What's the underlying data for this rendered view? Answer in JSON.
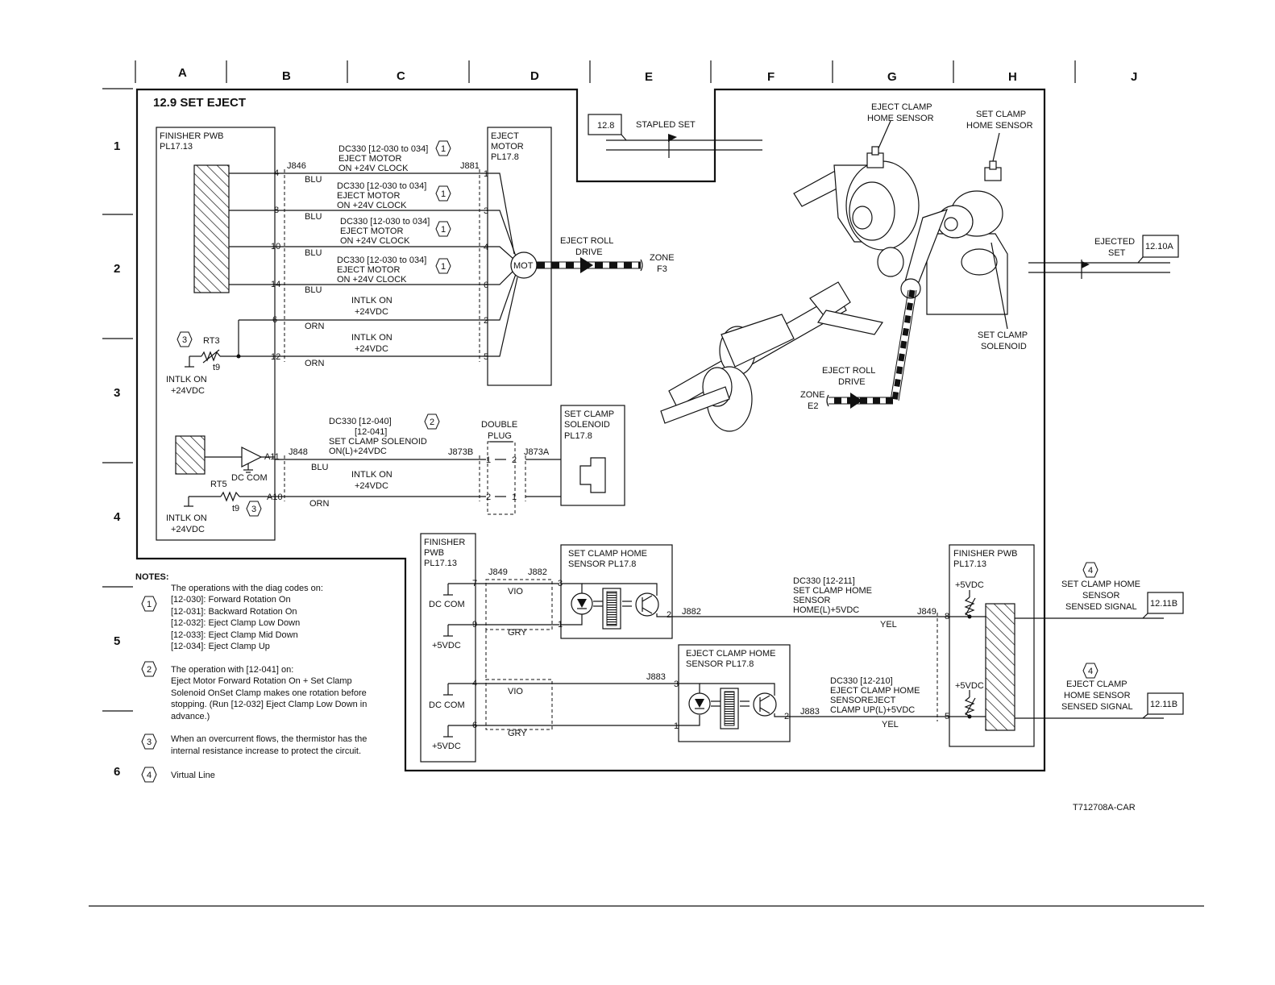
{
  "title": "12.9 SET EJECT",
  "figure_id": "T712708A-CAR",
  "columns": [
    "A",
    "B",
    "C",
    "D",
    "E",
    "F",
    "G",
    "H",
    "J"
  ],
  "rows": [
    "1",
    "2",
    "3",
    "4",
    "5",
    "6"
  ],
  "finisher_pwb_top": {
    "name": "FINISHER PWB",
    "ref": "PL17.13"
  },
  "eject_motor": {
    "name": "EJECT",
    "name2": "MOTOR",
    "ref": "PL17.8",
    "symbol": "MOT"
  },
  "connectors": {
    "j846": "J846",
    "j881": "J881",
    "j848": "J848",
    "j873b": "J873B",
    "j873a": "J873A",
    "j849": "J849",
    "j882": "J882",
    "j883": "J883",
    "a11": "A11",
    "a10": "A10"
  },
  "motor_signals": [
    {
      "pin_in": "4",
      "pin_out": "1",
      "wire": "BLU",
      "code": "DC330 [12-030 to 034]",
      "l2": "EJECT MOTOR",
      "l3": "ON +24V CLOCK",
      "note": "1"
    },
    {
      "pin_in": "8",
      "pin_out": "3",
      "wire": "BLU",
      "code": "DC330 [12-030 to 034]",
      "l2": "EJECT MOTOR",
      "l3": "ON +24V CLOCK",
      "note": "1"
    },
    {
      "pin_in": "10",
      "pin_out": "4",
      "wire": "BLU",
      "code": "DC330 [12-030 to 034]",
      "l2": "EJECT MOTOR",
      "l3": "ON +24V CLOCK",
      "note": "1"
    },
    {
      "pin_in": "14",
      "pin_out": "6",
      "wire": "BLU",
      "code": "DC330 [12-030 to 034]",
      "l2": "EJECT MOTOR",
      "l3": "ON +24V CLOCK",
      "note": "1"
    }
  ],
  "intlk": [
    {
      "pin_in": "6",
      "pin_out": "2",
      "wire": "ORN",
      "l1": "INTLK ON",
      "l2": "+24VDC"
    },
    {
      "pin_in": "12",
      "pin_out": "5",
      "wire": "ORN",
      "l1": "INTLK ON",
      "l2": "+24VDC"
    }
  ],
  "rt3": {
    "name": "RT3",
    "t": "t9",
    "note": "3",
    "l1": "INTLK ON",
    "l2": "+24VDC"
  },
  "rt5": {
    "name": "RT5",
    "t": "t9",
    "note": "3",
    "l1": "INTLK ON",
    "l2": "+24VDC"
  },
  "dc_com": "DC COM",
  "solenoid_signal": {
    "code": "DC330 [12-040]",
    "code2": "[12-041]",
    "l2": "SET CLAMP SOLENOID",
    "l3": "ON(L)+24VDC",
    "note": "2",
    "wire1": "BLU",
    "wire2": "ORN",
    "intlk1": "INTLK ON",
    "intlk2": "+24VDC"
  },
  "double_plug": {
    "l1": "DOUBLE",
    "l2": "PLUG",
    "p1": "1",
    "p2": "2",
    "p3": "2",
    "p4": "1"
  },
  "set_clamp_solenoid": {
    "l1": "SET CLAMP",
    "l2": "SOLENOID",
    "ref": "PL17.8"
  },
  "stapled_set": {
    "ref": "12.8",
    "label": "STAPLED SET"
  },
  "ejected_set": {
    "ref": "12.10A",
    "l1": "EJECTED",
    "l2": "SET"
  },
  "eject_roll_drive_1": {
    "l1": "EJECT ROLL",
    "l2": "DRIVE",
    "zone": "ZONE",
    "zone_ref": "F3"
  },
  "eject_roll_drive_2": {
    "l1": "EJECT ROLL",
    "l2": "DRIVE",
    "zone": "ZONE",
    "zone_ref": "E2"
  },
  "mech_labels": {
    "eject_clamp_home_sensor_1": "EJECT CLAMP",
    "eject_clamp_home_sensor_2": "HOME SENSOR",
    "set_clamp_home_sensor_1": "SET CLAMP",
    "set_clamp_home_sensor_2": "HOME SENSOR",
    "set_clamp_solenoid_1": "SET CLAMP",
    "set_clamp_solenoid_2": "SOLENOID"
  },
  "finisher_pwb_bottom": {
    "l1": "FINISHER",
    "l2": "PWB",
    "ref": "PL17.13",
    "dc_com": "DC COM",
    "v5": "+5VDC",
    "pins": [
      "7",
      "9",
      "4",
      "6"
    ],
    "wires": [
      "VIO",
      "GRY",
      "VIO",
      "GRY"
    ]
  },
  "set_clamp_home_sensor": {
    "l1": "SET CLAMP HOME",
    "l2": "SENSOR PL17.8",
    "pin3": "3",
    "pin2": "2",
    "pin1": "1"
  },
  "eject_clamp_home_sensor": {
    "l1": "EJECT CLAMP HOME",
    "l2": "SENSOR PL17.8",
    "pin3": "3",
    "pin2": "2",
    "pin1": "1"
  },
  "sensor_signal_1": {
    "code": "DC330 [12-211]",
    "l2": "SET CLAMP HOME",
    "l3": "SENSOR",
    "l4": "HOME(L)+5VDC",
    "wire": "YEL",
    "pin": "8"
  },
  "sensor_signal_2": {
    "code": "DC330 [12-210]",
    "l2": "EJECT CLAMP HOME",
    "l3": "SENSOREJECT",
    "l4": "CLAMP UP(L)+5VDC",
    "wire": "YEL",
    "pin": "5"
  },
  "finisher_pwb_right": {
    "l1": "FINISHER PWB",
    "ref": "PL17.13",
    "v5a": "+5VDC",
    "v5b": "+5VDC"
  },
  "out_signal_1": {
    "note": "4",
    "l1": "SET CLAMP HOME",
    "l2": "SENSOR",
    "l3": "SENSED SIGNAL",
    "ref": "12.11B"
  },
  "out_signal_2": {
    "note": "4",
    "l1": "EJECT CLAMP",
    "l2": "HOME SENSOR",
    "l3": "SENSED SIGNAL",
    "ref": "12.11B"
  },
  "notes": {
    "heading": "NOTES:",
    "n1": {
      "num": "1",
      "lines": [
        "The operations with the diag codes on:",
        "[12-030]: Forward Rotation On",
        "[12-031]: Backward Rotation On",
        "[12-032]: Eject Clamp Low Down",
        "[12-033]: Eject Clamp Mid Down",
        "[12-034]: Eject Clamp Up"
      ]
    },
    "n2": {
      "num": "2",
      "lines": [
        "The operation with [12-041] on:",
        "Eject Motor Forward Rotation On + Set Clamp",
        "Solenoid OnSet Clamp makes one rotation before",
        "stopping. (Run [12-032] Eject Clamp Low Down in",
        "advance.)"
      ]
    },
    "n3": {
      "num": "3",
      "lines": [
        "When an overcurrent flows, the thermistor has the",
        "internal resistance increase to protect the circuit."
      ]
    },
    "n4": {
      "num": "4",
      "lines": [
        "Virtual Line"
      ]
    }
  }
}
